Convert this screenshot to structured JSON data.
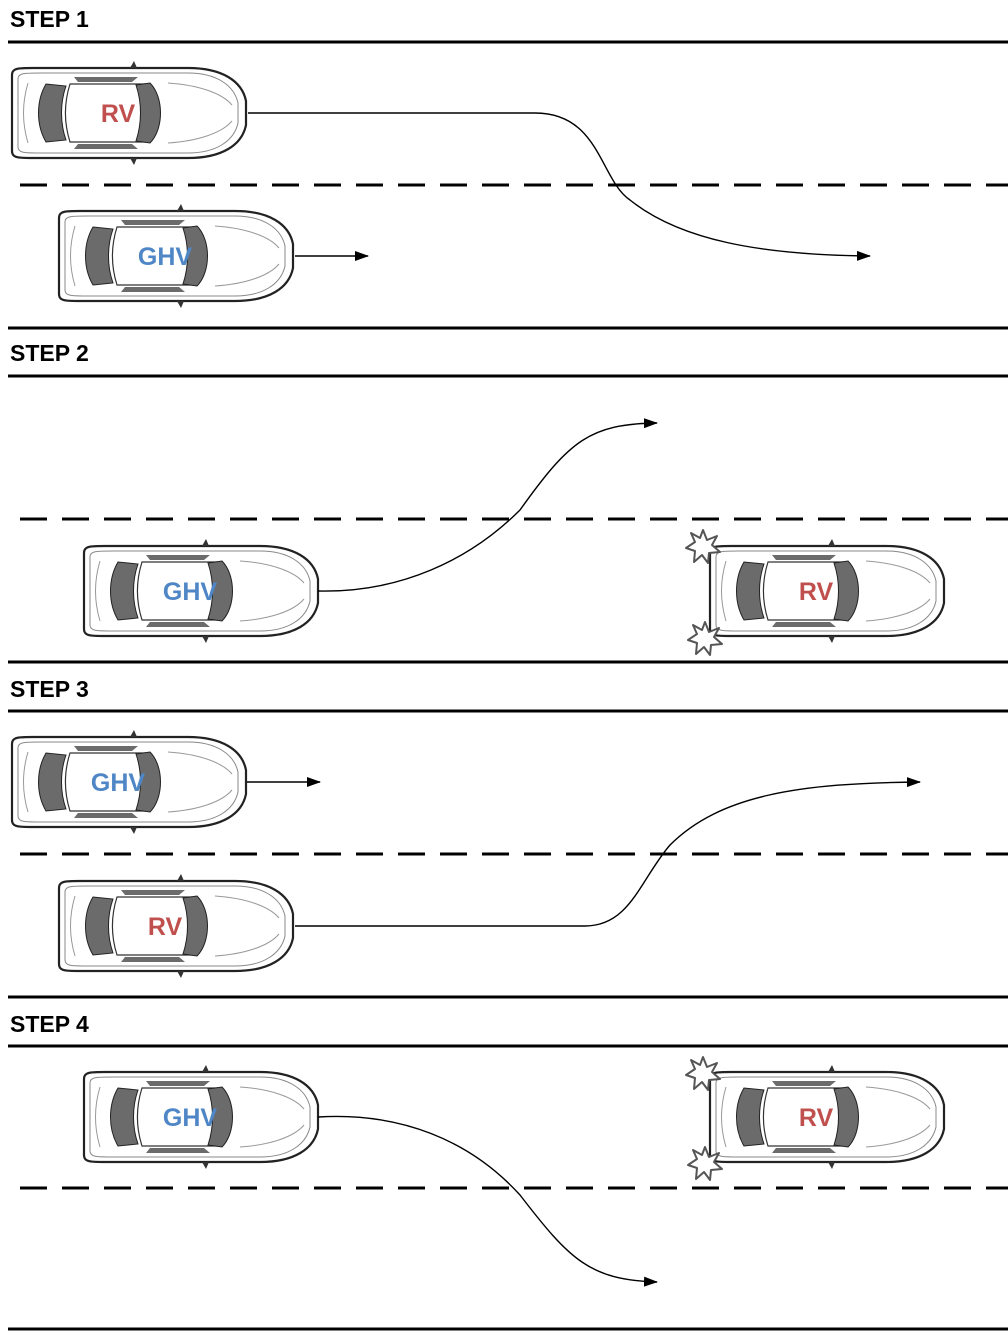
{
  "colors": {
    "rv": "#c0504d",
    "ghv": "#4f86c6",
    "road_line": "#000000",
    "car_body": "#ffffff",
    "car_glass": "#6b6b6b",
    "impact": "#555555"
  },
  "labels": {
    "rv": "RV",
    "ghv": "GHV"
  },
  "steps": [
    {
      "id": "step-1",
      "title": "STEP 1"
    },
    {
      "id": "step-2",
      "title": "STEP 2"
    },
    {
      "id": "step-3",
      "title": "STEP 3"
    },
    {
      "id": "step-4",
      "title": "STEP 4"
    }
  ]
}
